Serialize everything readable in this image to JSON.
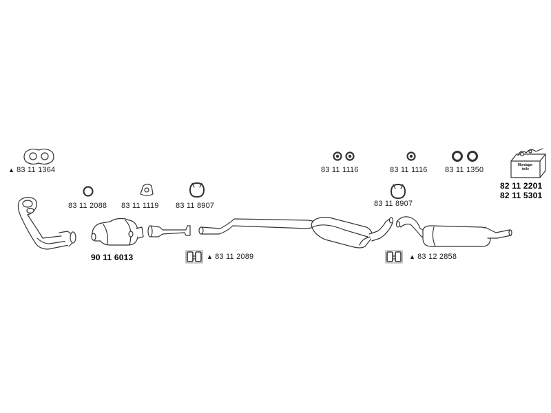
{
  "labels": {
    "pn_top_left": "83 11 1364",
    "pn_ring1": "83 11 2088",
    "pn_gasket1": "83 11 1119",
    "pn_clamp1": "83 11 8907",
    "pn_cat": "90 11 6013",
    "pn_bracket1": "83 11 2089",
    "pn_top_rings_a": "83 11 1116",
    "pn_top_rings_b": "83 11 1116",
    "pn_top_rings_c": "83 11 1350",
    "pn_clamp2": "83 11 8907",
    "pn_bracket2": "83 12 2858",
    "pn_kit_a": "82 11 2201",
    "pn_kit_b": "82 11 5301",
    "kit_box_text": "Montage-teile"
  },
  "colors": {
    "line": "#333333",
    "fill": "#ffffff",
    "shade": "#dcdcdc"
  }
}
